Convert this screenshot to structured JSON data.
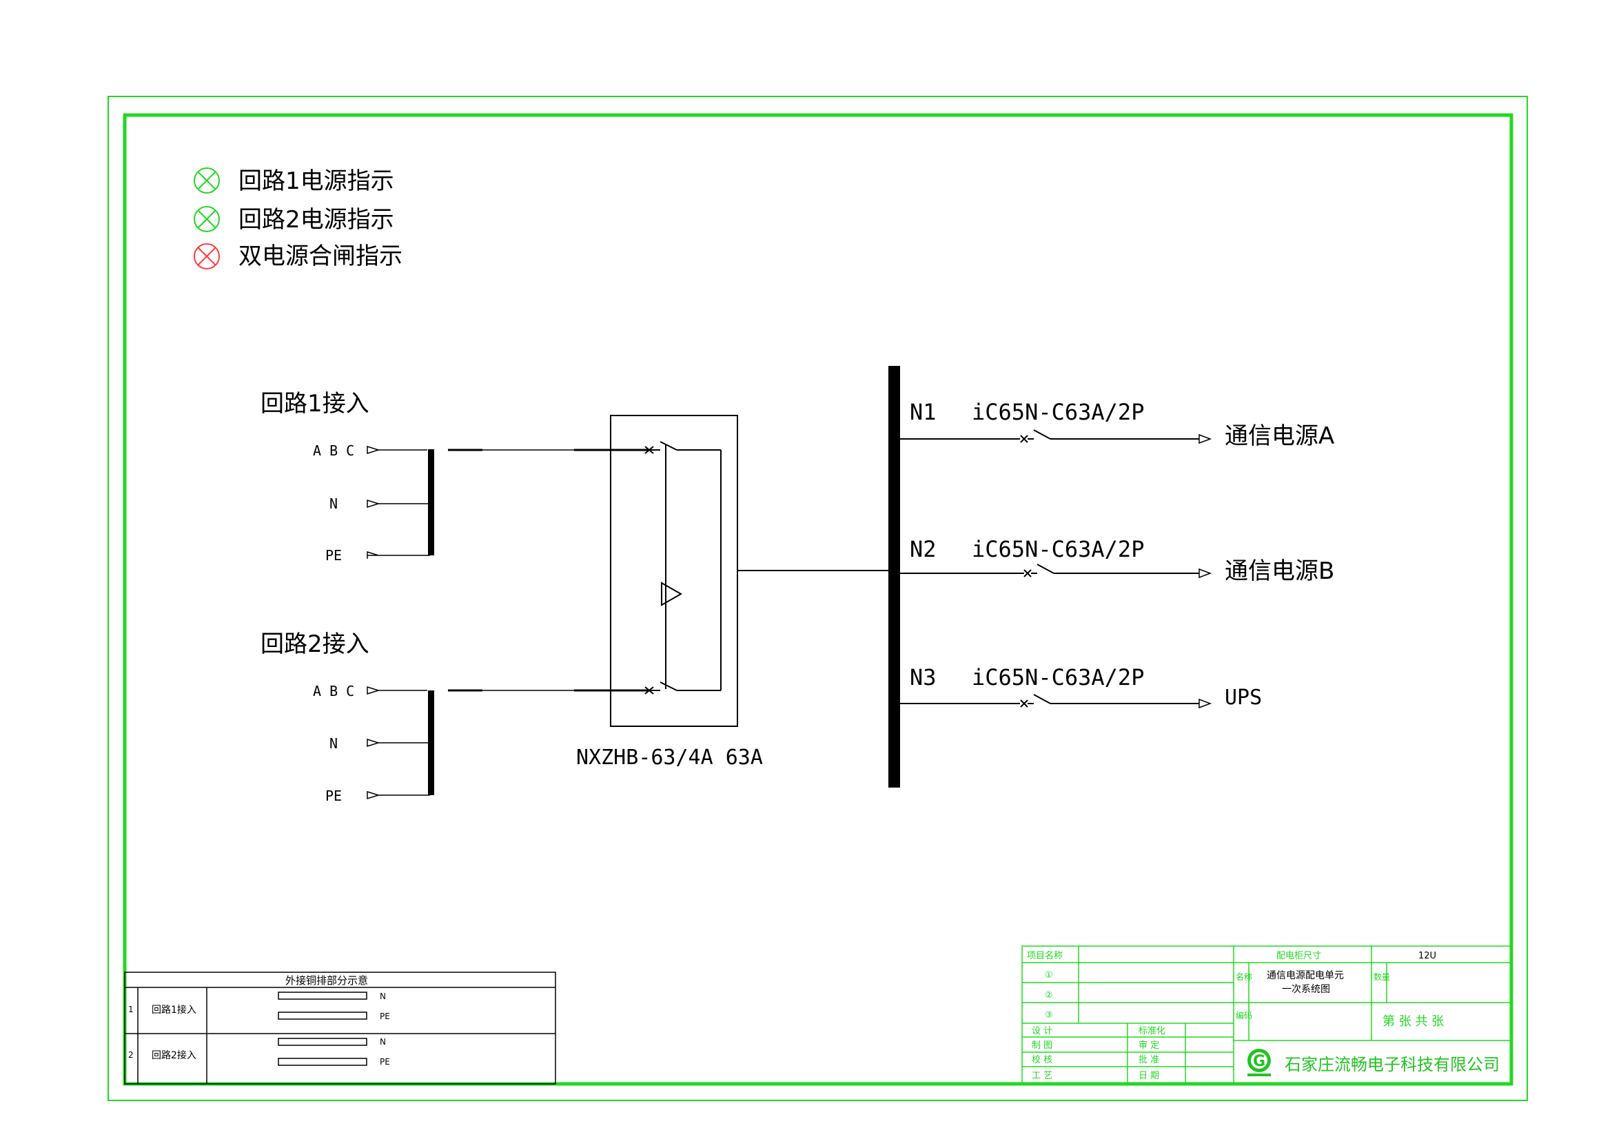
{
  "colors": {
    "frame": "#22d822",
    "line": "#000000",
    "lamp_green": "#22d822",
    "lamp_red": "#ff3a3a",
    "logo": "#22c322"
  },
  "legend": [
    {
      "label": "回路1电源指示",
      "color": "green"
    },
    {
      "label": "回路2电源指示",
      "color": "green"
    },
    {
      "label": "双电源合闸指示",
      "color": "red"
    }
  ],
  "inputs": [
    {
      "title": "回路1接入",
      "terminals": [
        "A B C",
        "N",
        "PE"
      ]
    },
    {
      "title": "回路2接入",
      "terminals": [
        "A B C",
        "N",
        "PE"
      ]
    }
  ],
  "ats": {
    "model": "NXZHB-63/4A  63A"
  },
  "branches": [
    {
      "id": "N1",
      "breaker": "iC65N-C63A/2P",
      "load": "通信电源A"
    },
    {
      "id": "N2",
      "breaker": "iC65N-C63A/2P",
      "load": "通信电源B"
    },
    {
      "id": "N3",
      "breaker": "iC65N-C63A/2P",
      "load": "UPS"
    }
  ],
  "copper_table": {
    "title": "外接铜排部分示意",
    "rows": [
      {
        "no": "1",
        "name": "回路1接入",
        "bars": [
          "N",
          "PE"
        ]
      },
      {
        "no": "2",
        "name": "回路2接入",
        "bars": [
          "N",
          "PE"
        ]
      }
    ]
  },
  "title_block": {
    "item_name_label": "项目名称",
    "items": [
      "①",
      "②",
      "③"
    ],
    "cabinet_size_label": "配电柜尺寸",
    "cabinet_size_value": "12U",
    "name_label": "名称",
    "drawing_name_line1": "通信电源配电单元",
    "drawing_name_line2": "一次系统图",
    "quantity_label": "数量",
    "code_label": "编码",
    "sheet_info": "第    张 共    张",
    "roles_left": [
      "设  计",
      "制  图",
      "校  核",
      "工  艺"
    ],
    "roles_right": [
      "标准化",
      "审  定",
      "批  准",
      "日  期"
    ],
    "company": "石家庄流畅电子科技有限公司"
  }
}
